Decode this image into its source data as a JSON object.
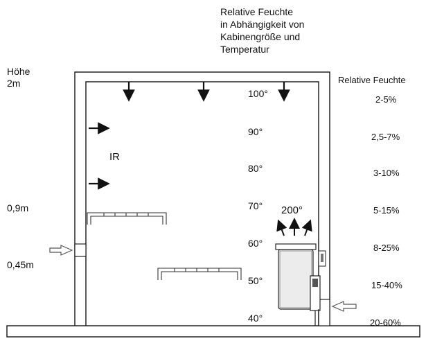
{
  "title_lines": [
    "Relative Feuchte",
    "in Abhängigkeit von",
    "Kabinengröße und",
    "Temperatur"
  ],
  "height_label": "Höhe",
  "height_markers": [
    "2m",
    "0,9m",
    "0,45m"
  ],
  "ir_label": "IR",
  "heater_temp": "200°",
  "rh_header": "Relative Feuchte",
  "temperatures": [
    "100°",
    "90°",
    "80°",
    "70°",
    "60°",
    "50°",
    "40°"
  ],
  "humidity_ranges": [
    "2-5%",
    "2,5-7%",
    "3-10%",
    "5-15%",
    "8-25%",
    "15-40%",
    "20-60%"
  ]
}
